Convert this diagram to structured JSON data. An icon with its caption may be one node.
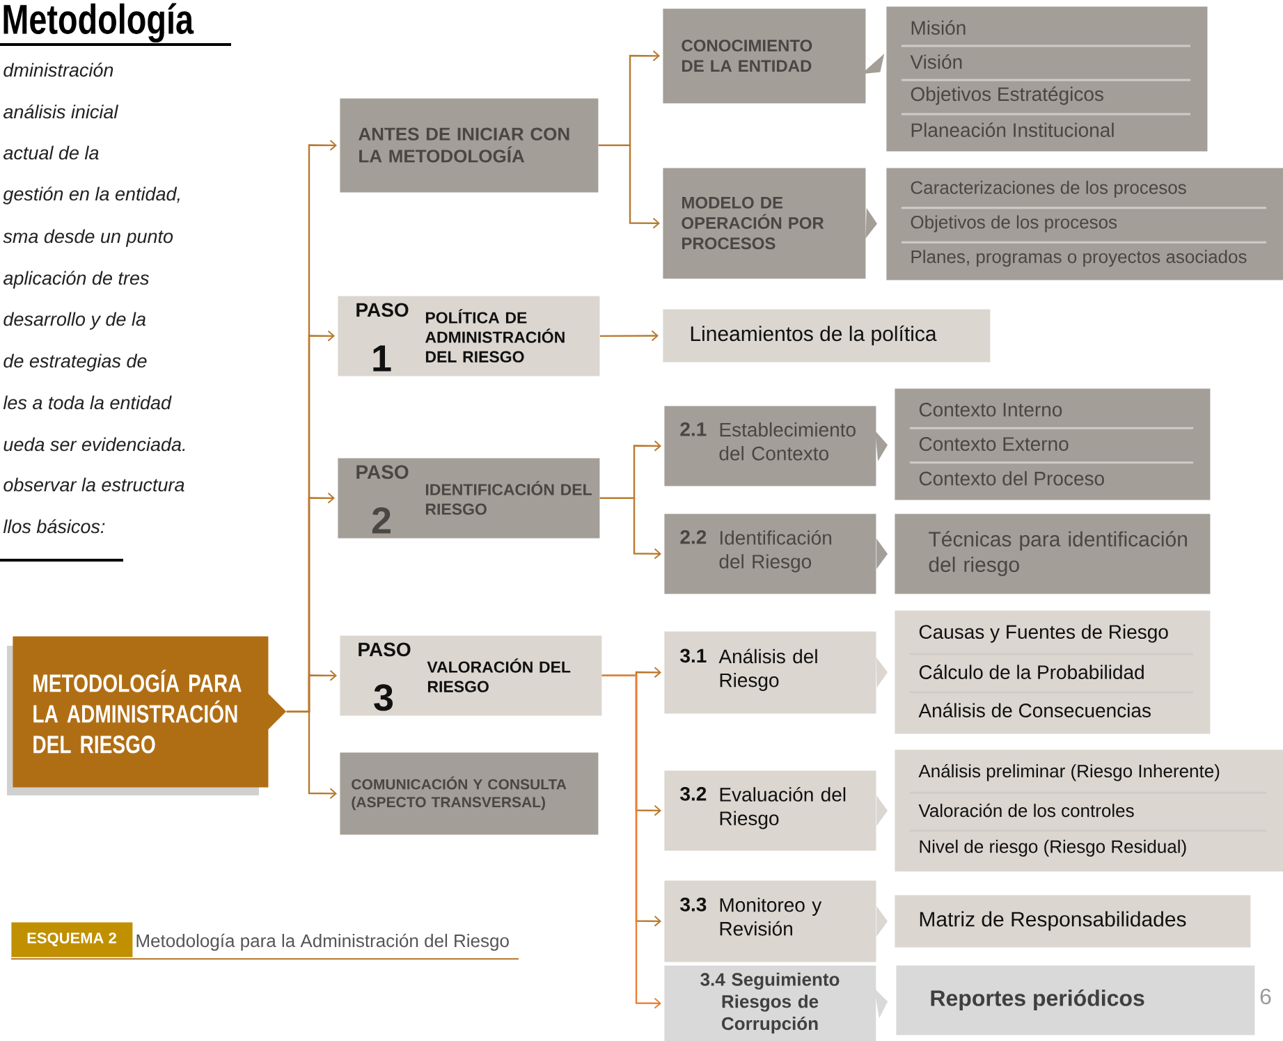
{
  "diagram": {
    "nodes": [
      {
        "text": [
          "METODOLOGÍA PARA LA ADMINISTRACIÓN DEL RIESGO"
        ]
      },
      {
        "text": [
          "ANTES DE INICIAR CON LA METODOLOGÍA"
        ]
      },
      {
        "text": [
          "CONOCIMIENTO DE LA ENTIDAD"
        ]
      },
      {
        "text": [
          "Misión",
          "Visión",
          "Objetivos Estratégicos",
          "Planeación Institucional"
        ]
      },
      {
        "text": [
          "MODELO DE OPERACIÓN POR PROCESOS"
        ]
      },
      {
        "text": [
          "Caracterizaciones de los procesos",
          "Objetivos de los procesos",
          "Planes, programas o proyectos asociados"
        ]
      },
      {
        "text": [
          "PASO",
          "1",
          "POLÍTICA DE ADMINISTRACIÓN DEL RIESGO"
        ]
      },
      {
        "text": [
          "Lineamientos de la política"
        ]
      },
      {
        "text": [
          "PASO",
          "2",
          "IDENTIFICACIÓN DEL RIESGO"
        ]
      },
      {
        "text": [
          "2.1",
          "Establecimiento del Contexto"
        ]
      },
      {
        "text": [
          "Contexto Interno",
          "Contexto Externo",
          "Contexto del Proceso"
        ]
      },
      {
        "text": [
          "2.2",
          "Identificación del Riesgo"
        ]
      },
      {
        "text": [
          "Técnicas para identificación del riesgo"
        ]
      },
      {
        "text": [
          "PASO",
          "3",
          "VALORACIÓN DEL RIESGO"
        ]
      },
      {
        "text": [
          "COMUNICACIÓN Y CONSULTA (ASPECTO TRANSVERSAL)"
        ]
      },
      {
        "text": [
          "3.1",
          "Análisis del Riesgo"
        ]
      },
      {
        "text": [
          "Causas y Fuentes de Riesgo",
          "Cálculo de la Probabilidad",
          "Análisis de Consecuencias"
        ]
      },
      {
        "text": [
          "3.2",
          "Evaluación del Riesgo"
        ]
      },
      {
        "text": [
          "Análisis preliminar (Riesgo Inherente)",
          "Valoración de los controles",
          "Nivel de riesgo (Riesgo Residual)"
        ]
      },
      {
        "text": [
          "3.3",
          "Monitoreo y Revisión"
        ]
      },
      {
        "text": [
          "Matriz de Responsabilidades"
        ]
      },
      {
        "text": [
          "3.4 Seguimiento Riesgos de Corrupción"
        ]
      },
      {
        "text": [
          "Reportes periódicos"
        ]
      },
      {
        "text": [
          "ESQUEMA 2"
        ],
        "beside": [
          "Metodología para la Administración del Riesgo"
        ]
      }
    ],
    "edges": [
      {
        "from": 0,
        "to": 1,
        "arrow": "to"
      },
      {
        "from": 0,
        "to": 6,
        "arrow": "to"
      },
      {
        "from": 0,
        "to": 8,
        "arrow": "to"
      },
      {
        "from": 0,
        "to": 13,
        "arrow": "to"
      },
      {
        "from": 0,
        "to": 14,
        "arrow": "to"
      },
      {
        "from": 1,
        "to": 2,
        "arrow": "to"
      },
      {
        "from": 1,
        "to": 4,
        "arrow": "to"
      },
      {
        "from": 6,
        "to": 7,
        "arrow": "to"
      },
      {
        "from": 8,
        "to": 9,
        "arrow": "to"
      },
      {
        "from": 8,
        "to": 11,
        "arrow": "to"
      },
      {
        "from": 13,
        "to": 15,
        "arrow": "to"
      },
      {
        "from": 13,
        "to": 17,
        "arrow": "to"
      },
      {
        "from": 13,
        "to": 19,
        "arrow": "to"
      },
      {
        "from": 13,
        "to": 21,
        "arrow": "to",
        "color": "#ed7d31"
      },
      {
        "from": 2,
        "to": 3,
        "arrow": "to",
        "color": "#a39e98"
      },
      {
        "from": 4,
        "to": 5,
        "arrow": "to",
        "color": "#a39e98"
      },
      {
        "from": 9,
        "to": 10,
        "arrow": "to",
        "color": "#a39e98"
      },
      {
        "from": 11,
        "to": 12,
        "arrow": "to",
        "color": "#a39e98"
      },
      {
        "from": 15,
        "to": 16,
        "arrow": "to",
        "color": "#dbd6d0"
      },
      {
        "from": 17,
        "to": 18,
        "arrow": "to",
        "color": "#dbd6d0"
      },
      {
        "from": 19,
        "to": 20,
        "arrow": "to",
        "color": "#dbd6d0"
      },
      {
        "from": 21,
        "to": 22,
        "arrow": "to",
        "color": "#d9d9d9"
      }
    ],
    "labels": [
      "Metodología",
      "dministración",
      "análisis inicial",
      "actual de la",
      "gestión en la entidad,",
      "sma desde un punto",
      "aplicación de tres",
      "desarrollo y de la",
      "de estrategias de",
      "les a toda la entidad",
      "ueda ser evidenciada.",
      "observar la estructura",
      "llos básicos:",
      "6"
    ]
  }
}
